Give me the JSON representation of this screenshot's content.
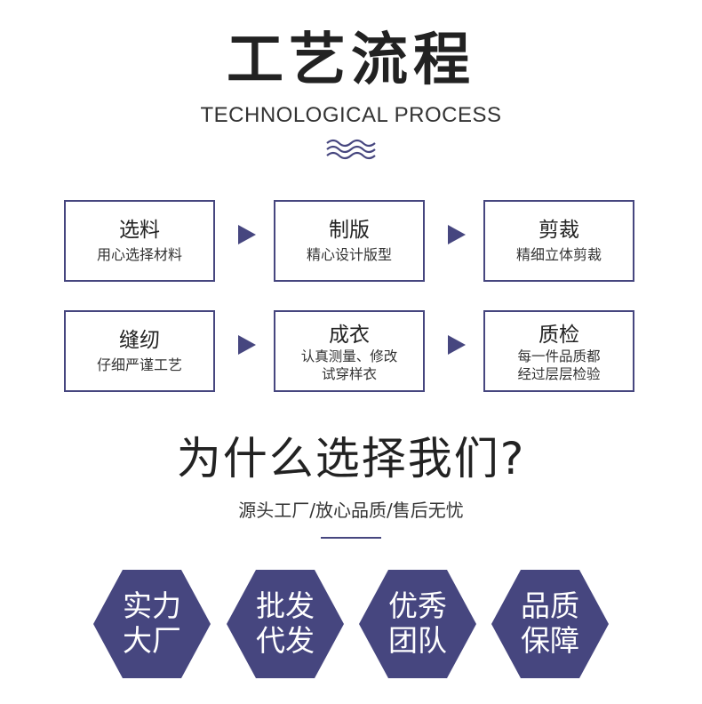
{
  "header": {
    "title": "工艺流程",
    "subtitle": "TECHNOLOGICAL PROCESS"
  },
  "steps": [
    {
      "title": "选料",
      "desc": "用心选择材料"
    },
    {
      "title": "制版",
      "desc": "精心设计版型"
    },
    {
      "title": "剪裁",
      "desc": "精细立体剪裁"
    },
    {
      "title": "缝纫",
      "desc": "仔细严谨工艺"
    },
    {
      "title": "成衣",
      "desc_line1": "认真测量、修改",
      "desc_line2": "试穿样衣"
    },
    {
      "title": "质检",
      "desc_line1": "每一件品质都",
      "desc_line2": "经过层层检验"
    }
  ],
  "why": {
    "title": "为什么选择我们?",
    "subtitle": "源头工厂/放心品质/售后无忧"
  },
  "features": [
    {
      "line1": "实力",
      "line2": "大厂"
    },
    {
      "line1": "批发",
      "line2": "代发"
    },
    {
      "line1": "优秀",
      "line2": "团队"
    },
    {
      "line1": "品质",
      "line2": "保障"
    }
  ],
  "colors": {
    "accent": "#46467f",
    "text": "#222222"
  }
}
